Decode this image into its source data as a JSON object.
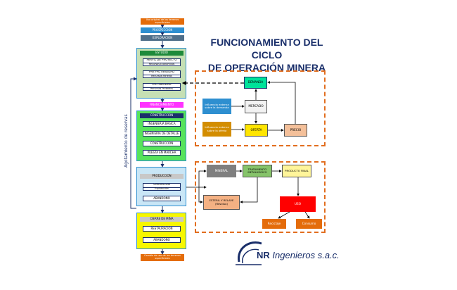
{
  "title_line1": "FUNCIONAMIENTO DEL CICLO",
  "title_line2": "DE OPERACIÓN MINERA",
  "left_flow": {
    "top_small": "Uso original de los terrenos superficiales",
    "prospeccion": "PROSPECCION",
    "exploracion": "EXPLORACION",
    "estudio": "ESTUDIO",
    "perfil": "PERFIL DE PROYECTO",
    "perfil_sub": "Recursos Económicos",
    "prefact": "PRE FACTIBILIDAD",
    "prefact_sub": "Recursos Mineros",
    "fact": "FACTIBILIDAD",
    "fact_sub": "Recursos Probados",
    "financiamiento": "FINANCIAMIENTO",
    "construccion": "CONSTRUCCION",
    "ingenieria_basica": "INGENIERIA BASICA",
    "ingenieria_detalle": "INGENIERIA DE DETALLE",
    "construccion2": "CONSTRUCCION",
    "puesta_marcha": "PUESTA EN MARCHA",
    "produccion": "PRODUCCION",
    "operacion": "OPERACION",
    "operacion_sub": "Explotación",
    "abandono1": "ABANDONO",
    "cierre": "CIERRE DE MINA",
    "restauracion": "RESTAURACION",
    "abandono2": "ABANDONO",
    "bottom_small": "Cambio de uso de los terrenos superficiales",
    "vertical_label": "Agotamiento de reservas"
  },
  "market": {
    "demanda": "DEMANDA",
    "influencia_demanda": "Influencia externa sobre la demanda",
    "mercado": "MERCADO",
    "influencia_oferta": "Influencia externa sobre la oferta",
    "oferta": "OFERTA",
    "precio": "PRECIO"
  },
  "process": {
    "mineral": "MINERAL",
    "tratamiento": "TRATAMIENTO METALURGICO",
    "producto": "PRODUCTO FINAL",
    "esteril": "ESTERIL Y RELAVE (Residuo)",
    "uso": "USO",
    "reciclaje": "Reciclaje",
    "consumo": "Consumo"
  },
  "logo": {
    "mark": "NR",
    "text": "Ingenieros s.a.c."
  },
  "colors": {
    "orange": "#e46c0a",
    "blue": "#2e8fd0",
    "darkblue": "#1a2f6a",
    "steel": "#4f6f8a",
    "lightgreen": "#c6e0b4",
    "brightgreen": "#57e35b",
    "magenta": "#ff33ff",
    "lightblue": "#c9e6f6",
    "yellow": "#f7f700",
    "dashed": "#e26e1f",
    "gray": "#7f7f7f",
    "red": "#ff0000"
  }
}
